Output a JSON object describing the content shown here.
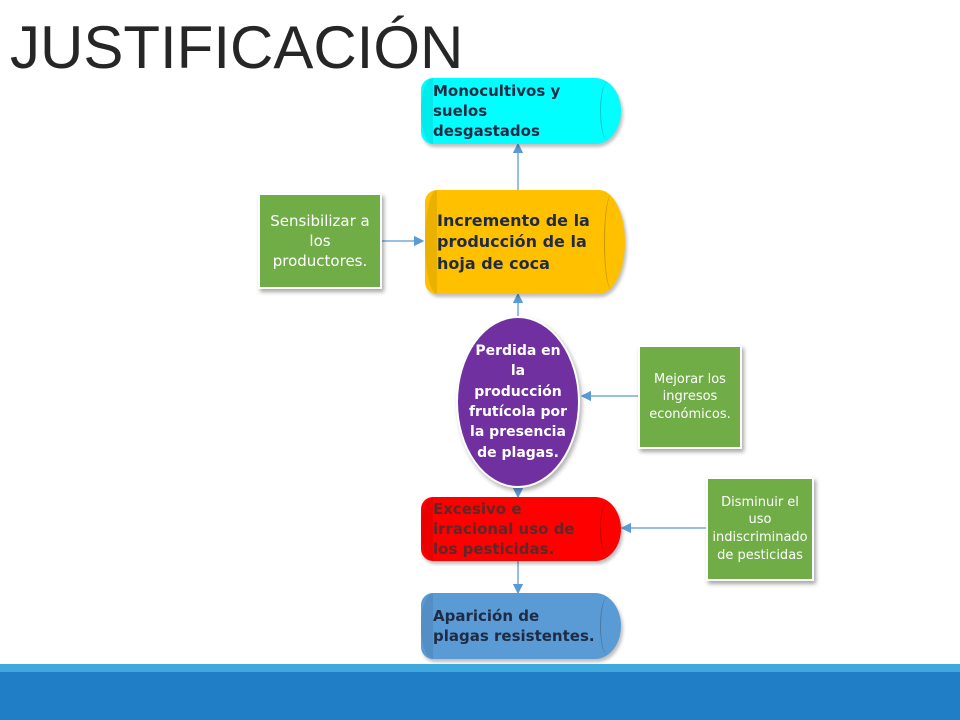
{
  "slide": {
    "title": "JUSTIFICACIÓN"
  },
  "nodes": {
    "monocultivos": {
      "text": "Monocultivos y suelos desgastados",
      "color": "#00ffff"
    },
    "incremento": {
      "text": "Incremento de la producción de la hoja de coca",
      "color": "#ffc000"
    },
    "perdida": {
      "text": "Perdida en la producción frutícola por la presencia de plagas.",
      "color": "#7030a0"
    },
    "excesivo": {
      "text": "Excesivo e irracional uso de los pesticidas.",
      "color": "#ff0000"
    },
    "aparicion": {
      "text": "Aparición de plagas resistentes.",
      "color": "#5b9bd5"
    },
    "sensibilizar": {
      "text": "Sensibilizar a los productores.",
      "color": "#70ad47"
    },
    "mejorar": {
      "text": "Mejorar los ingresos económicos.",
      "color": "#70ad47"
    },
    "disminuir": {
      "text": "Disminuir el uso indiscriminado de pesticidas",
      "color": "#70ad47"
    }
  },
  "edges": [
    {
      "from": "incremento",
      "to": "monocultivos"
    },
    {
      "from": "perdida",
      "to": "incremento"
    },
    {
      "from": "perdida",
      "to": "excesivo"
    },
    {
      "from": "excesivo",
      "to": "aparicion"
    },
    {
      "from": "sensibilizar",
      "to": "incremento"
    },
    {
      "from": "mejorar",
      "to": "perdida"
    },
    {
      "from": "disminuir",
      "to": "excesivo"
    }
  ],
  "colors": {
    "arrow": "#5b9bd5",
    "footer": "#1f7ec5",
    "footer_accent": "#3fa9dd",
    "title": "#262626"
  }
}
